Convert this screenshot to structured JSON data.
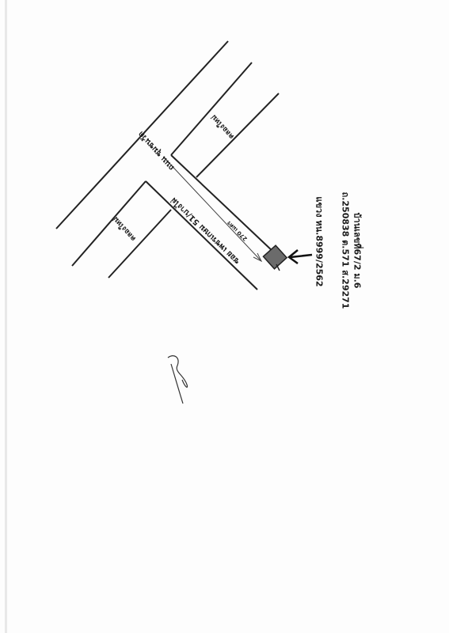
{
  "map": {
    "road_main_label": "ถนน ชุมชนวัด",
    "canal_upper_label": "คลองใหม่",
    "canal_lower_label": "คลองใหม่",
    "soi_label": "ซอย เพชรเกษม 51/บางไผ่",
    "distance_label": "270 เมตร",
    "address_line1": "บ้านเลขที่67/2 ม.6",
    "address_line2": "ถ.250838 ต.571 ส.29271",
    "address_line3": "แขวง หน.8999/2562",
    "house_color": "#6b6b6b"
  }
}
